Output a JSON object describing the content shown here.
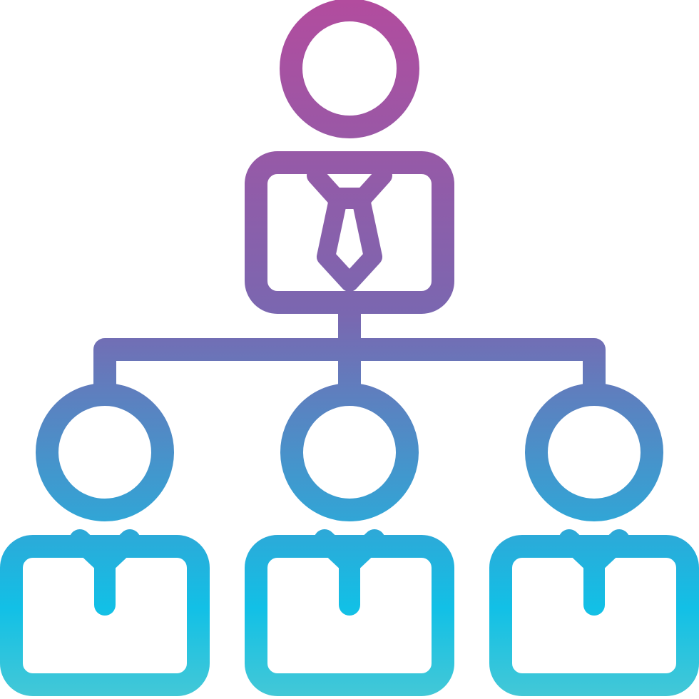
{
  "icon": {
    "name": "organization-hierarchy-icon",
    "style": "outline",
    "gradient": {
      "top": "#B24C9E",
      "middle": "#7A67B0",
      "bottom": "#12C0E6",
      "bottom_edge": "#45C8D6"
    },
    "nodes": {
      "manager": "manager-with-tie",
      "subordinates": [
        "subordinate-left",
        "subordinate-center",
        "subordinate-right"
      ]
    }
  }
}
